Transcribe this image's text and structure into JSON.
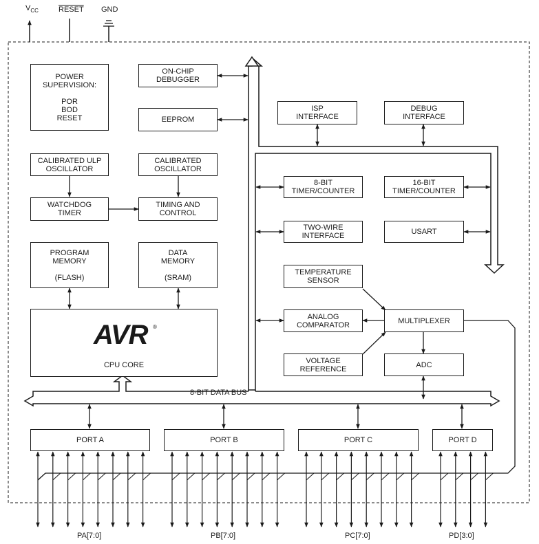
{
  "pins": {
    "vcc": "V",
    "vcc_sub": "CC",
    "reset": "RESET",
    "gnd": "GND"
  },
  "blocks": {
    "power_supervision": [
      "POWER",
      "SUPERVISION:",
      "",
      "POR",
      "BOD",
      "RESET"
    ],
    "on_chip_debugger": [
      "ON-CHIP",
      "DEBUGGER"
    ],
    "eeprom": [
      "EEPROM"
    ],
    "isp_interface": [
      "ISP",
      "INTERFACE"
    ],
    "debug_interface": [
      "DEBUG",
      "INTERFACE"
    ],
    "calibrated_ulp_oscillator": [
      "CALIBRATED ULP",
      "OSCILLATOR"
    ],
    "calibrated_oscillator": [
      "CALIBRATED",
      "OSCILLATOR"
    ],
    "watchdog_timer": [
      "WATCHDOG",
      "TIMER"
    ],
    "timing_and_control": [
      "TIMING AND",
      "CONTROL"
    ],
    "timer_8bit": [
      "8-BIT",
      "TIMER/COUNTER"
    ],
    "timer_16bit": [
      "16-BIT",
      "TIMER/COUNTER"
    ],
    "two_wire_interface": [
      "TWO-WIRE",
      "INTERFACE"
    ],
    "usart": [
      "USART"
    ],
    "program_memory": [
      "PROGRAM",
      "MEMORY",
      "",
      "(FLASH)"
    ],
    "data_memory": [
      "DATA",
      "MEMORY",
      "",
      "(SRAM)"
    ],
    "temperature_sensor": [
      "TEMPERATURE",
      "SENSOR"
    ],
    "analog_comparator": [
      "ANALOG",
      "COMPARATOR"
    ],
    "multiplexer": [
      "MULTIPLEXER"
    ],
    "voltage_reference": [
      "VOLTAGE",
      "REFERENCE"
    ],
    "adc": [
      "ADC"
    ],
    "cpu_core": [
      "CPU CORE"
    ],
    "port_a": [
      "PORT A"
    ],
    "port_b": [
      "PORT B"
    ],
    "port_c": [
      "PORT C"
    ],
    "port_d": [
      "PORT D"
    ]
  },
  "cpu_logo": "AVR",
  "cpu_logo_mark": "®",
  "data_bus_label": "8-BIT DATA BUS",
  "port_pins": {
    "pa": "PA[7:0]",
    "pb": "PB[7:0]",
    "pc": "PC[7:0]",
    "pd": "PD[3:0]"
  }
}
